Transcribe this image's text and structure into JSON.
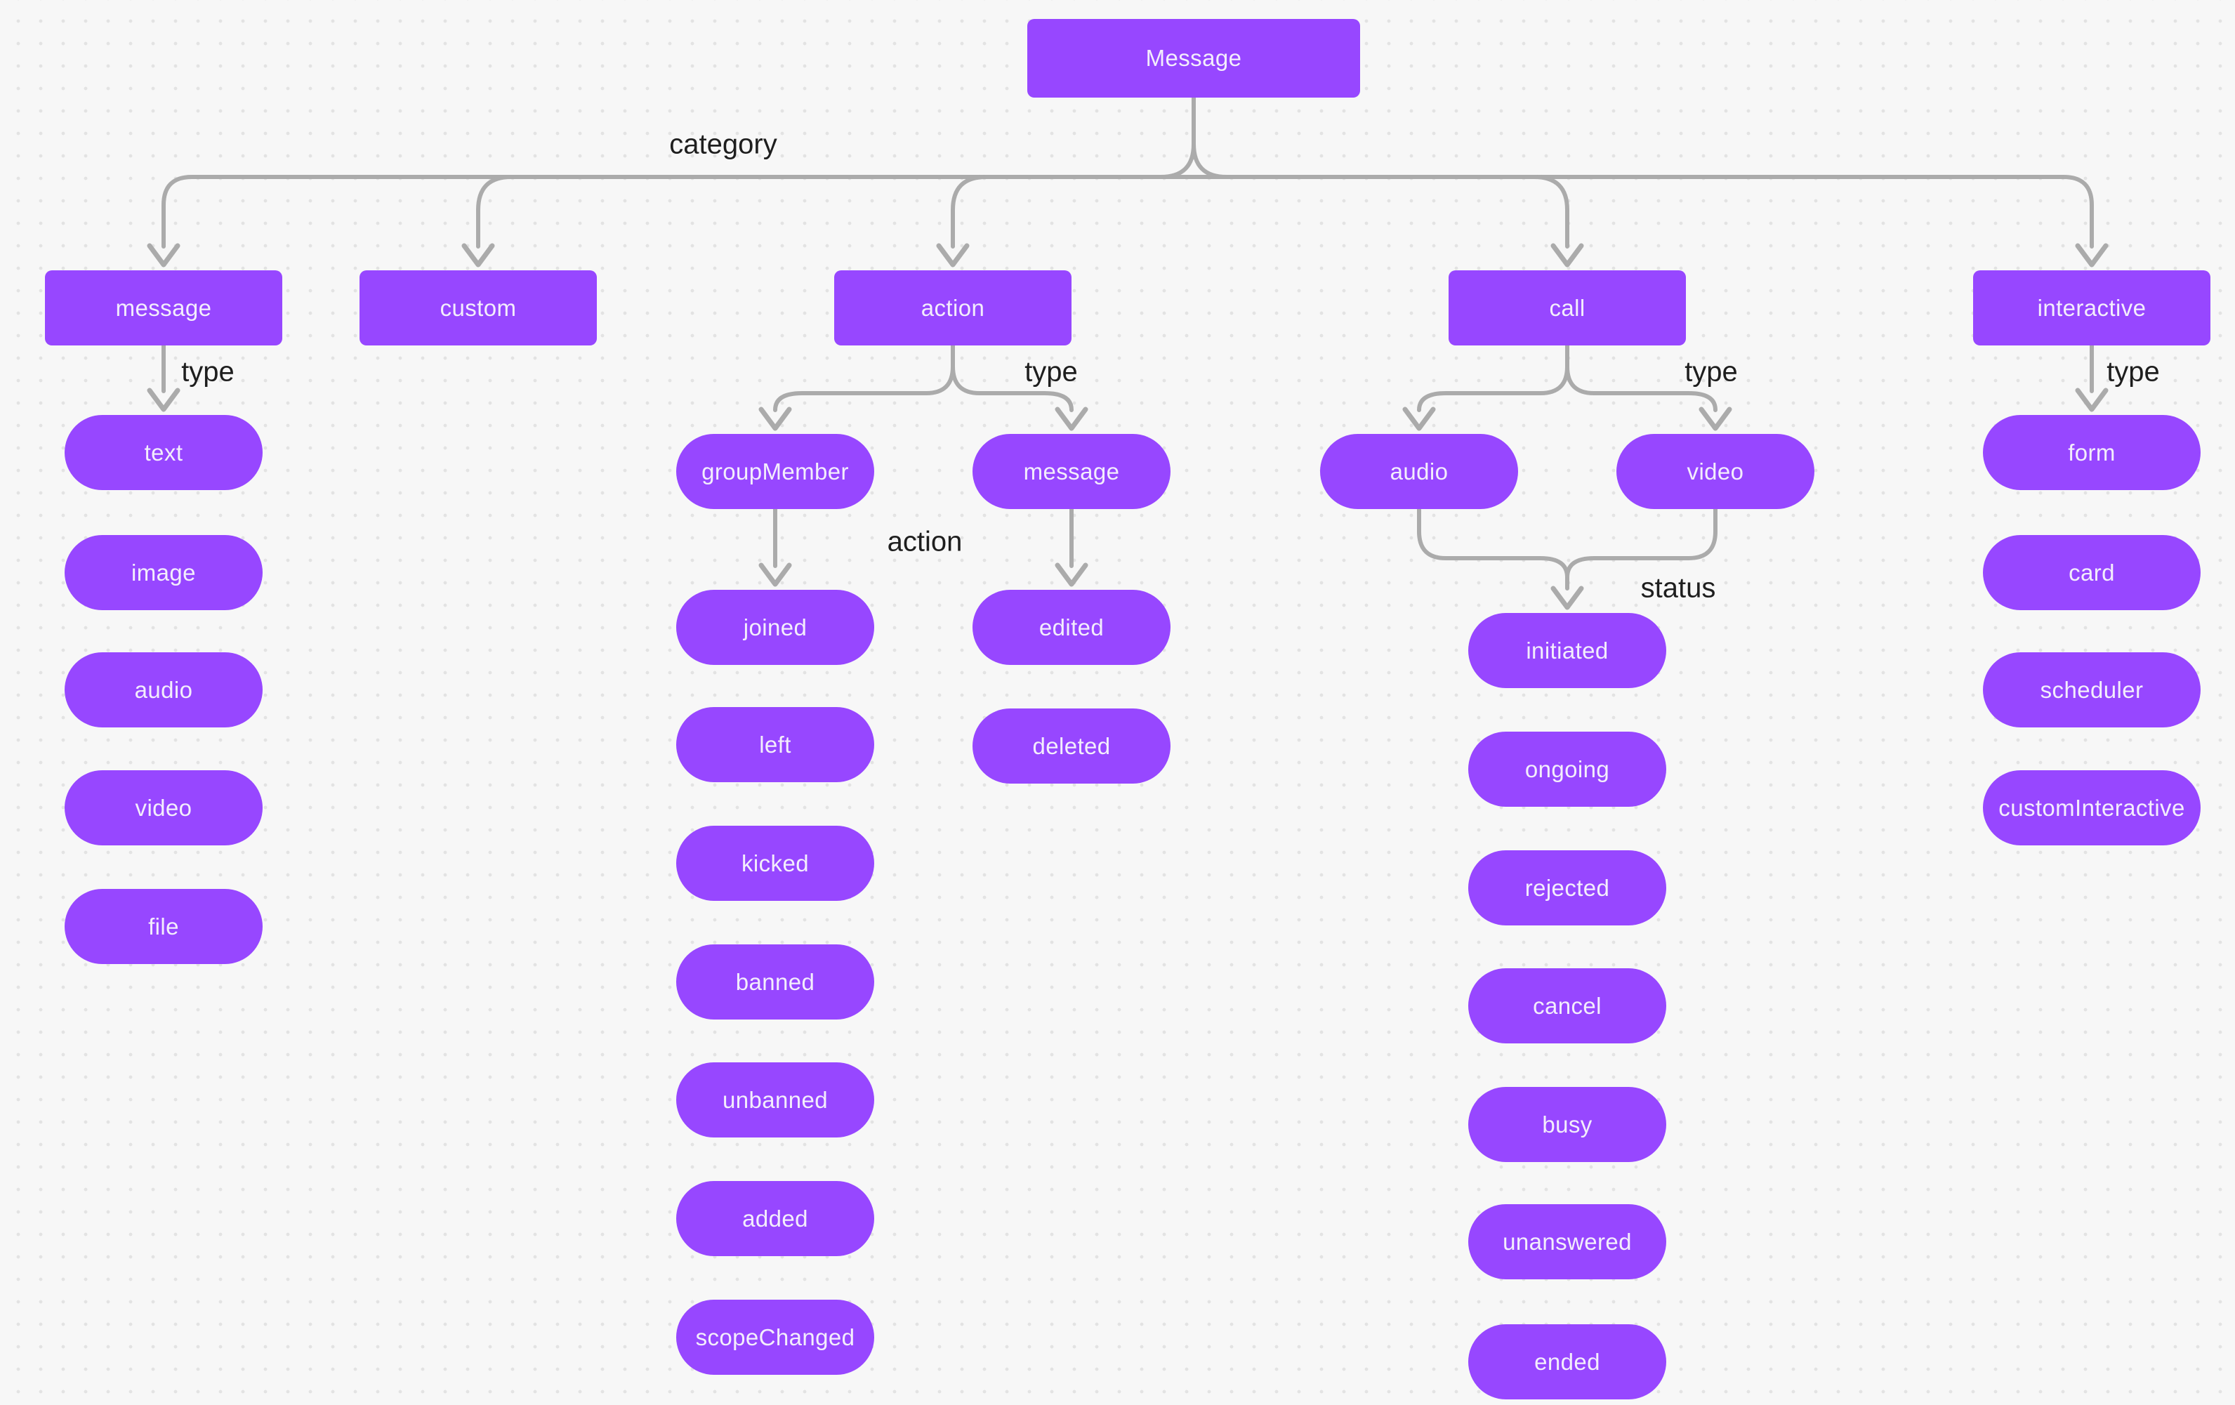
{
  "diagram": {
    "nodes": {
      "root": "Message",
      "categories": [
        "message",
        "custom",
        "action",
        "call",
        "interactive"
      ],
      "message_types": [
        "text",
        "image",
        "audio",
        "video",
        "file"
      ],
      "action_types": [
        "groupMember",
        "message"
      ],
      "group_member_actions": [
        "joined",
        "left",
        "kicked",
        "banned",
        "unbanned",
        "added",
        "scopeChanged"
      ],
      "message_actions": [
        "edited",
        "deleted"
      ],
      "call_types": [
        "audio",
        "video"
      ],
      "call_statuses": [
        "initiated",
        "ongoing",
        "rejected",
        "cancel",
        "busy",
        "unanswered",
        "ended"
      ],
      "interactive_types": [
        "form",
        "card",
        "scheduler",
        "customInteractive"
      ]
    },
    "edge_labels": {
      "root_to_categories": "category",
      "message_to_types": "type",
      "action_to_types": "type",
      "call_to_types": "type",
      "interactive_to_types": "type",
      "group_member_to_actions": "action",
      "call_types_to_statuses": "status"
    },
    "colors": {
      "node_fill": "#9747FF",
      "node_text": "#F3EDFC",
      "edge": "#ABABAB",
      "label_text": "#1E1E1E",
      "background": "#F7F7F7",
      "grid_dot": "#E3E3E3"
    }
  }
}
